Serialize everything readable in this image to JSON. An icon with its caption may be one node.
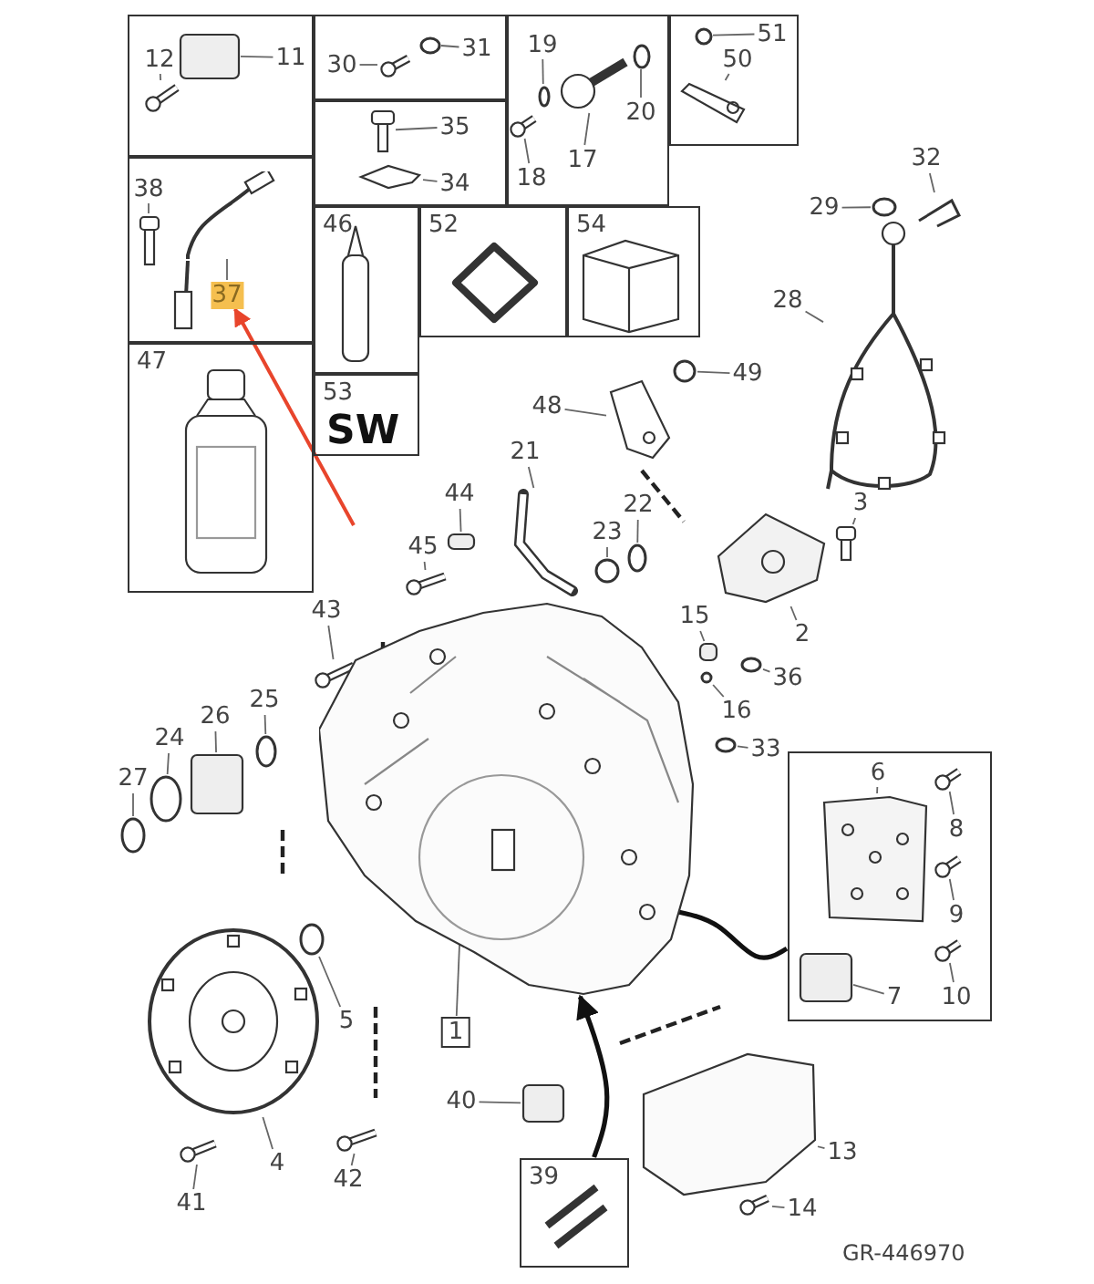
{
  "diagram": {
    "nodes": [
      {
        "text": [],
        "shape": "box"
      },
      {
        "text": [
          "12"
        ],
        "in": 0
      },
      {
        "text": [
          "11"
        ],
        "in": 0
      },
      {
        "text": [],
        "shape": "box"
      },
      {
        "text": [
          "30"
        ],
        "in": 3
      },
      {
        "text": [
          "31"
        ],
        "in": 3
      },
      {
        "text": [],
        "shape": "box"
      },
      {
        "text": [
          "19"
        ],
        "in": 6
      },
      {
        "text": [
          "20"
        ],
        "in": 6
      },
      {
        "text": [
          "18"
        ],
        "in": 6
      },
      {
        "text": [
          "17"
        ],
        "in": 6
      },
      {
        "text": [],
        "shape": "box"
      },
      {
        "text": [
          "51"
        ],
        "in": 11
      },
      {
        "text": [
          "50"
        ],
        "in": 11
      },
      {
        "text": [],
        "shape": "box"
      },
      {
        "text": [
          "35"
        ],
        "in": 14
      },
      {
        "text": [
          "34"
        ],
        "in": 14
      },
      {
        "text": [],
        "shape": "box"
      },
      {
        "text": [
          "38"
        ],
        "in": 17
      },
      {
        "text": [
          "37"
        ],
        "in": 17
      },
      {
        "text": [
          "46"
        ]
      },
      {
        "text": [
          "52"
        ]
      },
      {
        "text": [
          "54"
        ]
      },
      {
        "text": [
          "47"
        ]
      },
      {
        "text": [
          "53",
          "SW"
        ]
      },
      {
        "text": [
          "32"
        ]
      },
      {
        "text": [
          "29"
        ]
      },
      {
        "text": [
          "28"
        ]
      },
      {
        "text": [
          "48"
        ]
      },
      {
        "text": [
          "49"
        ]
      },
      {
        "text": [
          "21"
        ]
      },
      {
        "text": [
          "44"
        ]
      },
      {
        "text": [
          "22"
        ]
      },
      {
        "text": [
          "23"
        ]
      },
      {
        "text": [
          "45"
        ]
      },
      {
        "text": [
          "3"
        ]
      },
      {
        "text": [
          "43"
        ]
      },
      {
        "text": [
          "15"
        ]
      },
      {
        "text": [
          "2"
        ]
      },
      {
        "text": [
          "16"
        ]
      },
      {
        "text": [
          "36"
        ]
      },
      {
        "text": [
          "26"
        ]
      },
      {
        "text": [
          "25"
        ]
      },
      {
        "text": [
          "24"
        ]
      },
      {
        "text": [
          "33"
        ]
      },
      {
        "text": [
          "27"
        ]
      },
      {
        "text": [],
        "shape": "box"
      },
      {
        "text": [
          "6"
        ],
        "in": 46
      },
      {
        "text": [
          "8"
        ],
        "in": 46
      },
      {
        "text": [
          "9"
        ],
        "in": 46
      },
      {
        "text": [
          "10"
        ],
        "in": 46
      },
      {
        "text": [
          "7"
        ],
        "in": 46
      },
      {
        "text": [
          "5"
        ]
      },
      {
        "text": [
          "1"
        ]
      },
      {
        "text": [
          "40"
        ]
      },
      {
        "text": [
          "4"
        ]
      },
      {
        "text": [
          "42"
        ]
      },
      {
        "text": [
          "41"
        ]
      },
      {
        "text": [
          "39"
        ]
      },
      {
        "text": [
          "13"
        ]
      },
      {
        "text": [
          "14"
        ]
      },
      {
        "text": [],
        "shape": "picture",
        "in": 0
      },
      {
        "text": [],
        "shape": "box",
        "in": 0
      },
      {
        "text": [],
        "shape": "picture",
        "in": 3
      },
      {
        "text": [],
        "shape": "circle",
        "in": 3
      },
      {
        "text": [],
        "shape": "circle",
        "in": 6
      },
      {
        "text": [],
        "shape": "circle",
        "in": 6
      },
      {
        "text": [],
        "shape": "picture",
        "in": 6
      },
      {
        "text": [],
        "shape": "picture",
        "in": 6
      },
      {
        "text": [],
        "shape": "circle",
        "in": 11
      },
      {
        "text": [],
        "shape": "picture",
        "in": 11
      },
      {
        "text": [],
        "shape": "picture",
        "in": 14
      },
      {
        "text": [],
        "shape": "picture",
        "in": 14
      },
      {
        "text": [],
        "shape": "picture",
        "in": 17
      },
      {
        "text": [],
        "shape": "picture",
        "in": 17
      },
      {
        "text": [],
        "shape": "picture"
      },
      {
        "text": [],
        "shape": "circle"
      },
      {
        "text": [],
        "shape": "picture"
      },
      {
        "text": [],
        "shape": "picture"
      },
      {
        "text": [],
        "shape": "circle"
      },
      {
        "text": [],
        "shape": "picture"
      },
      {
        "text": [],
        "shape": "box"
      },
      {
        "text": [],
        "shape": "circle"
      },
      {
        "text": [],
        "shape": "circle"
      },
      {
        "text": [],
        "shape": "picture"
      },
      {
        "text": [],
        "shape": "picture"
      },
      {
        "text": [],
        "shape": "picture"
      },
      {
        "text": [],
        "shape": "box"
      },
      {
        "text": [],
        "shape": "picture"
      },
      {
        "text": [],
        "shape": "circle"
      },
      {
        "text": [],
        "shape": "circle"
      },
      {
        "text": [],
        "shape": "box"
      },
      {
        "text": [],
        "shape": "circle"
      },
      {
        "text": [],
        "shape": "circle"
      },
      {
        "text": [],
        "shape": "circle"
      },
      {
        "text": [],
        "shape": "circle"
      },
      {
        "text": [],
        "shape": "picture",
        "in": 46
      },
      {
        "text": [],
        "shape": "picture",
        "in": 46
      },
      {
        "text": [],
        "shape": "picture",
        "in": 46
      },
      {
        "text": [],
        "shape": "picture",
        "in": 46
      },
      {
        "text": [],
        "shape": "box",
        "in": 46
      },
      {
        "text": [],
        "shape": "circle"
      },
      {
        "text": [],
        "shape": "picture"
      },
      {
        "text": [],
        "shape": "box"
      },
      {
        "text": [],
        "shape": "picture"
      },
      {
        "text": [],
        "shape": "picture"
      },
      {
        "text": [],
        "shape": "picture"
      },
      {
        "text": [],
        "shape": "picture"
      },
      {
        "text": [],
        "shape": "picture"
      }
    ],
    "edges": [
      {
        "from": 1,
        "to": 61,
        "arrow": "none"
      },
      {
        "from": 2,
        "to": 62,
        "arrow": "none"
      },
      {
        "from": 4,
        "to": 63,
        "arrow": "none"
      },
      {
        "from": 5,
        "to": 64,
        "arrow": "none"
      },
      {
        "from": 7,
        "to": 65,
        "arrow": "none"
      },
      {
        "from": 8,
        "to": 66,
        "arrow": "none"
      },
      {
        "from": 9,
        "to": 67,
        "arrow": "none"
      },
      {
        "from": 10,
        "to": 68,
        "arrow": "none"
      },
      {
        "from": 12,
        "to": 69,
        "arrow": "none"
      },
      {
        "from": 13,
        "to": 70,
        "arrow": "none"
      },
      {
        "from": 15,
        "to": 71,
        "arrow": "none"
      },
      {
        "from": 16,
        "to": 72,
        "arrow": "none"
      },
      {
        "from": 18,
        "to": 73,
        "arrow": "none"
      },
      {
        "from": 19,
        "to": 74,
        "arrow": "none"
      },
      {
        "from": 25,
        "to": 75,
        "arrow": "none"
      },
      {
        "from": 26,
        "to": 76,
        "arrow": "none"
      },
      {
        "from": 27,
        "to": 77,
        "arrow": "none"
      },
      {
        "from": 28,
        "to": 78,
        "arrow": "none"
      },
      {
        "from": 29,
        "to": 79,
        "arrow": "none"
      },
      {
        "from": 30,
        "to": 80,
        "arrow": "none"
      },
      {
        "from": 31,
        "to": 81,
        "arrow": "none"
      },
      {
        "from": 32,
        "to": 82,
        "arrow": "none"
      },
      {
        "from": 33,
        "to": 83,
        "arrow": "none"
      },
      {
        "from": 34,
        "to": 84,
        "arrow": "none"
      },
      {
        "from": 35,
        "to": 85,
        "arrow": "none"
      },
      {
        "from": 36,
        "to": 86,
        "arrow": "none"
      },
      {
        "from": 37,
        "to": 87,
        "arrow": "none"
      },
      {
        "from": 38,
        "to": 88,
        "arrow": "none"
      },
      {
        "from": 39,
        "to": 89,
        "arrow": "none"
      },
      {
        "from": 40,
        "to": 90,
        "arrow": "none"
      },
      {
        "from": 41,
        "to": 91,
        "arrow": "none"
      },
      {
        "from": 42,
        "to": 92,
        "arrow": "none"
      },
      {
        "from": 43,
        "to": 93,
        "arrow": "none"
      },
      {
        "from": 44,
        "to": 94,
        "arrow": "none"
      },
      {
        "from": 45,
        "to": 95,
        "arrow": "none"
      },
      {
        "from": 47,
        "to": 96,
        "arrow": "none"
      },
      {
        "from": 48,
        "to": 97,
        "arrow": "none"
      },
      {
        "from": 49,
        "to": 98,
        "arrow": "none"
      },
      {
        "from": 50,
        "to": 99,
        "arrow": "none"
      },
      {
        "from": 51,
        "to": 100,
        "arrow": "none"
      },
      {
        "from": 52,
        "to": 101,
        "arrow": "none"
      },
      {
        "from": 53,
        "to": 102,
        "arrow": "none"
      },
      {
        "from": 54,
        "to": 103,
        "arrow": "none"
      },
      {
        "from": 55,
        "to": 104,
        "arrow": "none"
      },
      {
        "from": 56,
        "to": 105,
        "arrow": "none"
      },
      {
        "from": 57,
        "to": 106,
        "arrow": "none"
      },
      {
        "from": 59,
        "to": 107,
        "arrow": "none"
      },
      {
        "from": 60,
        "to": 108,
        "arrow": "none"
      },
      {
        "from": null,
        "to": 19,
        "arrow": "to",
        "color": "#e8452c"
      },
      {
        "from": 102,
        "to": 46,
        "arrow": "none",
        "style": "thick",
        "color": "#111111"
      },
      {
        "from": 58,
        "to": 102,
        "arrow": "to",
        "style": "thick",
        "color": "#111111"
      }
    ],
    "labels": [
      "GR-446970"
    ]
  }
}
